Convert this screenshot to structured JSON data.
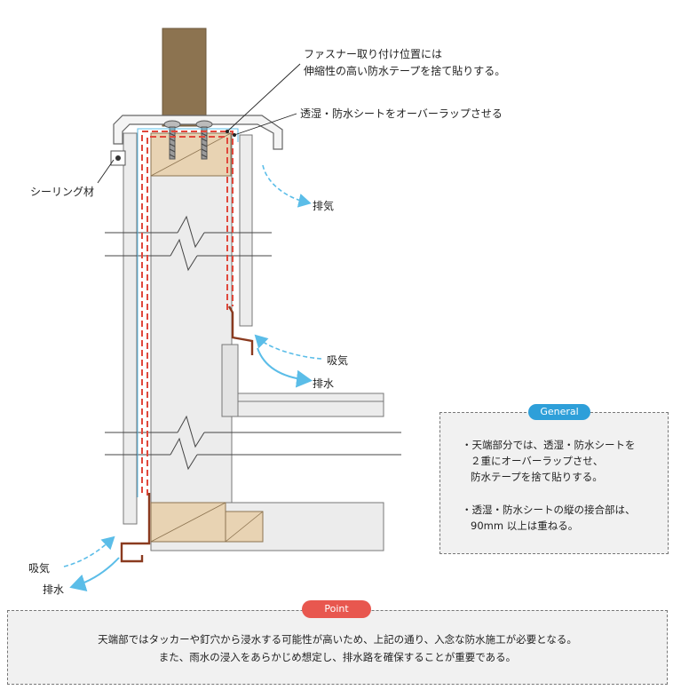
{
  "callouts": {
    "fastener_line1": "ファスナー取り付け位置には",
    "fastener_line2": "伸縮性の高い防水テープを捨て貼りする。",
    "overlap": "透湿・防水シートをオーバーラップさせる",
    "sealing": "シーリング材",
    "exhaust_top": "排気",
    "intake_mid": "吸気",
    "drain_mid": "排水",
    "intake_bottom": "吸気",
    "drain_bottom": "排水"
  },
  "general": {
    "badge": "General",
    "line1": "・天端部分では、透湿・防水シートを",
    "line2": "２重にオーバーラップさせ、",
    "line3": "防水テープを捨て貼りする。",
    "line4": "・透湿・防水シートの縦の接合部は、",
    "line5": "90mm 以上は重ねる。"
  },
  "point": {
    "badge": "Point",
    "line1": "天端部ではタッカーや釘穴から浸水する可能性が高いため、上記の通り、入念な防水施工が必要となる。",
    "line2": "また、雨水の浸入をあらかじめ想定し、排水路を確保することが重要である。"
  },
  "colors": {
    "wood": "#e8d3b3",
    "post": "#8c7350",
    "membrane_red": "#e0483c",
    "flashing_brown": "#8a3a1f",
    "airflow_blue": "#5bbde8",
    "panel_gray": "#eeeeee",
    "general_badge": "#2e9fd9",
    "point_badge": "#e8574f"
  }
}
